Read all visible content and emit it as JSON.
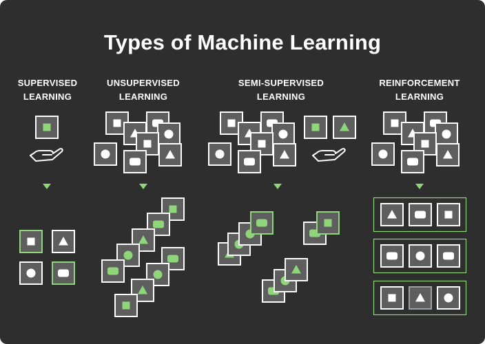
{
  "title": "Types of Machine Learning",
  "columns": [
    {
      "line1": "SUPERVISED",
      "line2": "LEARNING"
    },
    {
      "line1": "UNSUPERVISED",
      "line2": "LEARNING"
    },
    {
      "line1": "SEMI-SUPERVISED",
      "line2": "LEARNING"
    },
    {
      "line1": "REINFORCEMENT",
      "line2": "LEARNING"
    }
  ],
  "colors": {
    "background": "#2e2e2e",
    "tile": "#5e5e5e",
    "accent": "#8fd67a",
    "border": "#ffffff",
    "glyph": "#ffffff"
  },
  "icons": [
    "square",
    "triangle",
    "circle",
    "rounded-rect",
    "hand-icon",
    "arrow-down-icon"
  ]
}
